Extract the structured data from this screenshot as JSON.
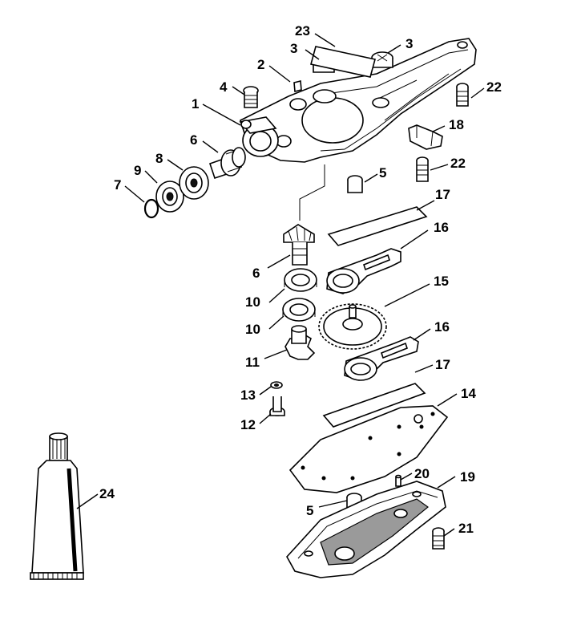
{
  "callouts": {
    "c1": "1",
    "c2": "2",
    "c3a": "3",
    "c3b": "3",
    "c4": "4",
    "c5a": "5",
    "c5b": "5",
    "c6a": "6",
    "c6b": "6",
    "c7": "7",
    "c8": "8",
    "c9": "9",
    "c10a": "10",
    "c10b": "10",
    "c11": "11",
    "c12": "12",
    "c13": "13",
    "c14": "14",
    "c15": "15",
    "c16a": "16",
    "c16b": "16",
    "c17a": "17",
    "c17b": "17",
    "c18": "18",
    "c19": "19",
    "c20": "20",
    "c21": "21",
    "c22a": "22",
    "c22b": "22",
    "c23": "23",
    "c24": "24"
  }
}
